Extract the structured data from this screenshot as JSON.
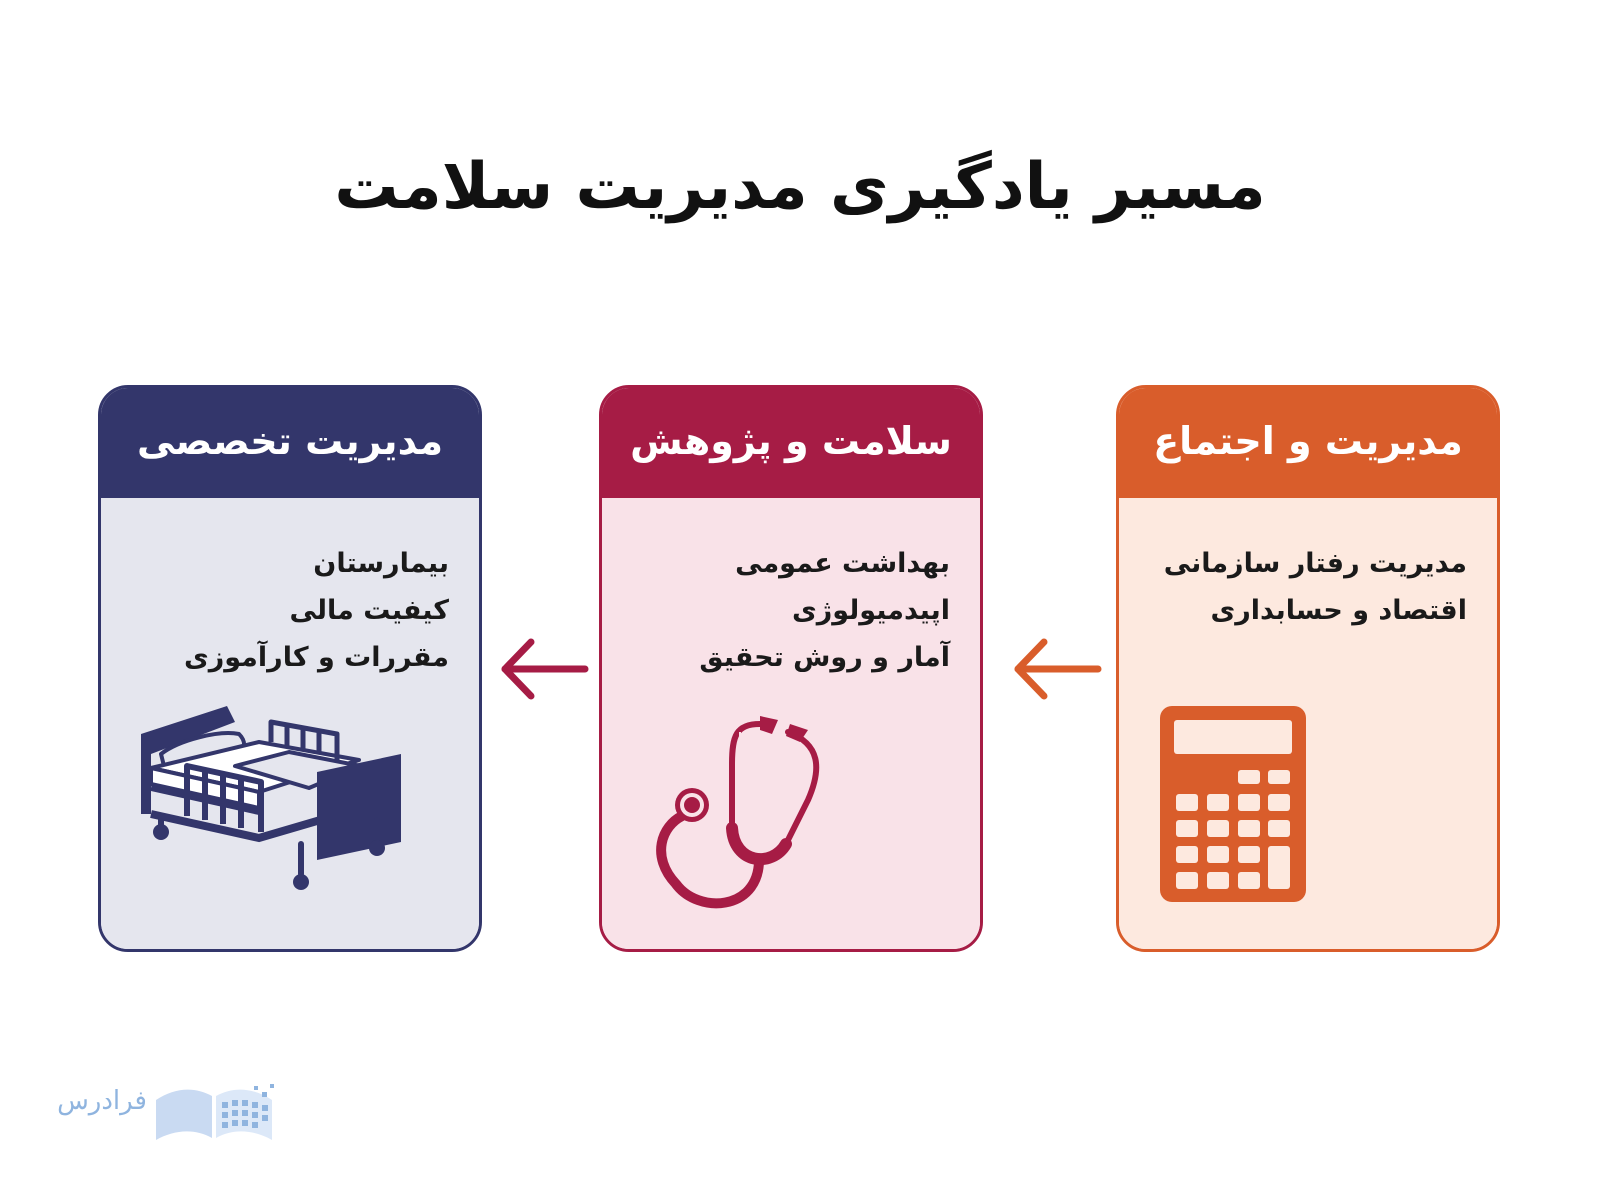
{
  "title": "مسیر یادگیری مدیریت سلامت",
  "cards": [
    {
      "header": "مدیریت و اجتماع",
      "items": [
        "مدیریت رفتار سازمانی",
        "اقتصاد و حسابداری"
      ],
      "icon": "calculator-icon",
      "color": "#d95d2b"
    },
    {
      "header": "سلامت و پژوهش",
      "items": [
        "بهداشت عمومی",
        "اپیدمیولوژی",
        "آمار و روش تحقیق"
      ],
      "icon": "stethoscope-icon",
      "color": "#a61c45"
    },
    {
      "header": "مدیریت تخصصی",
      "items": [
        "بیمارستان",
        "کیفیت مالی",
        "مقررات و کارآموزی"
      ],
      "icon": "hospital-bed-icon",
      "color": "#33366b"
    }
  ],
  "arrows": [
    {
      "from": "مدیریت و اجتماع",
      "to": "سلامت و پژوهش",
      "color": "#d95d2b"
    },
    {
      "from": "سلامت و پژوهش",
      "to": "مدیریت تخصصی",
      "color": "#a61c45"
    }
  ],
  "logo": {
    "text": "فرادرس",
    "icon": "open-book-icon"
  }
}
